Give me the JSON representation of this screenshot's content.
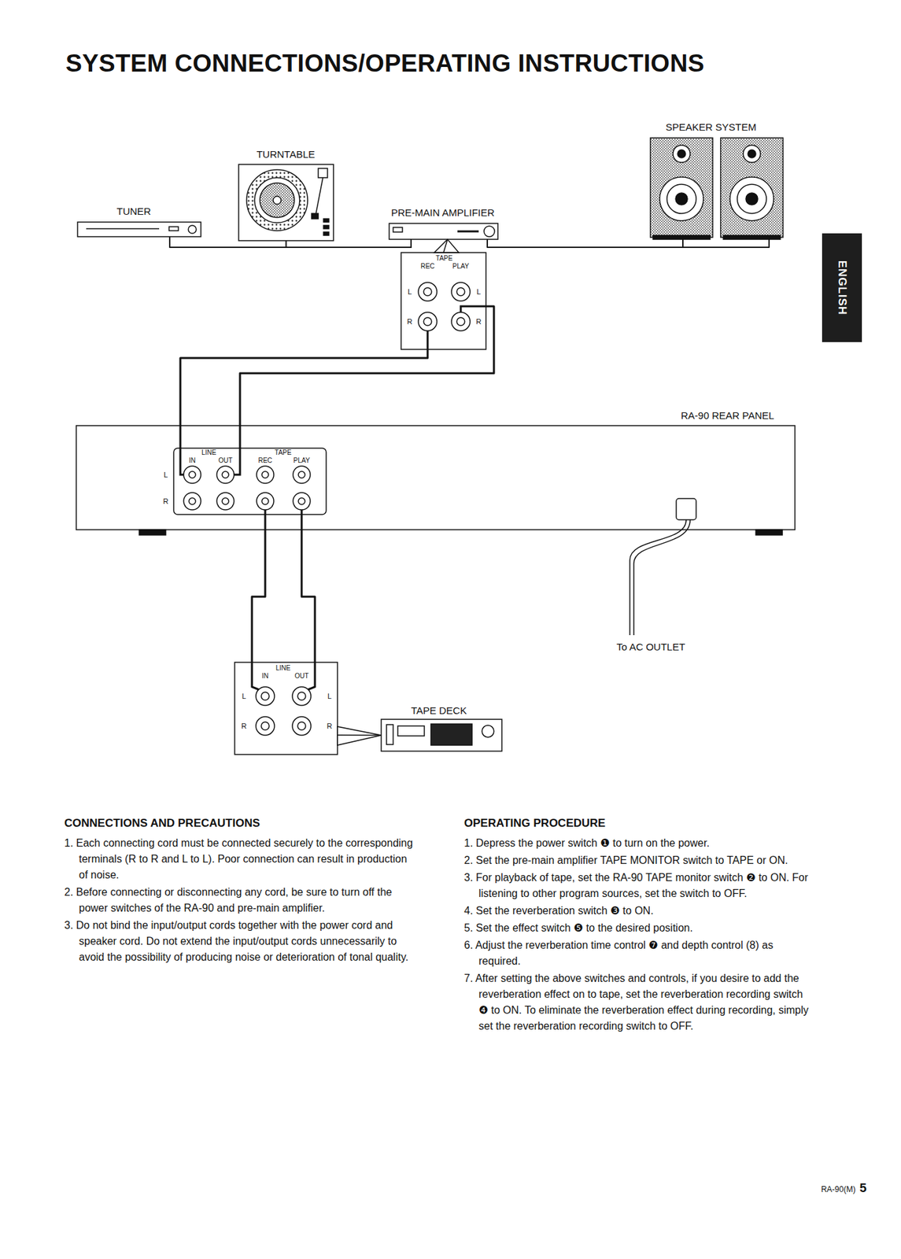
{
  "diagram": {
    "title": "SYSTEM CONNECTIONS/OPERATING INSTRUCTIONS",
    "nodes": [
      {
        "text": [
          "TUNER"
        ]
      },
      {
        "text": [
          "TURNTABLE"
        ]
      },
      {
        "text": [
          "PRE-MAIN AMPLIFIER"
        ]
      },
      {
        "text": [
          "SPEAKER SYSTEM"
        ]
      },
      {
        "text": [
          "TAPE",
          "REC",
          "PLAY",
          "L",
          "R",
          "L",
          "R"
        ]
      },
      {
        "text": [
          "RA-90 REAR PANEL"
        ]
      },
      {
        "text": [
          "LINE",
          "IN",
          "OUT",
          "TAPE",
          "REC",
          "PLAY",
          "L",
          "R"
        ],
        "in": 5
      },
      {
        "text": [
          "LINE",
          "IN",
          "OUT",
          "L",
          "R",
          "L",
          "R"
        ]
      },
      {
        "text": [
          "TAPE DECK"
        ]
      },
      {
        "text": [
          "ENGLISH"
        ]
      }
    ],
    "edges": [
      {
        "from": 0,
        "to": 2,
        "arrow": "none"
      },
      {
        "from": 1,
        "to": 2,
        "arrow": "none"
      },
      {
        "from": 2,
        "to": 3,
        "arrow": "none"
      },
      {
        "from": 2,
        "to": 4,
        "arrow": "none"
      },
      {
        "from": 4,
        "to": 6,
        "arrow": "none"
      },
      {
        "from": 6,
        "to": 4,
        "arrow": "none"
      },
      {
        "from": 6,
        "to": 7,
        "arrow": "none"
      },
      {
        "from": 7,
        "to": 6,
        "arrow": "none"
      },
      {
        "from": 8,
        "to": 7,
        "arrow": "none"
      }
    ],
    "labels": [
      "To AC OUTLET",
      "CONNECTIONS AND PRECAUTIONS",
      "1. Each connecting cord must be connected securely to the corresponding terminals (R to R and L to L). Poor connection can result in production of noise.",
      "2. Before connecting or disconnecting any cord, be sure to turn off the power switches of the RA-90 and pre-main amplifier.",
      "3. Do not bind the input/output cords together with the power cord and speaker cord. Do not extend the input/output cords unnecessarily to avoid the possibility of producing noise or deterioration of tonal quality.",
      "OPERATING PROCEDURE",
      "1. Depress the power switch ❶ to turn on the power.",
      "2. Set the pre-main amplifier TAPE MONITOR switch to TAPE or ON.",
      "3. For playback of tape, set the RA-90 TAPE monitor switch ❷ to ON. For listening to other program sources, set the switch to OFF.",
      "4. Set the reverberation switch ❸ to ON.",
      "5. Set the effect switch ❺ to the desired position.",
      "6. Adjust the reverberation time control ❼ and depth control (8) as required.",
      "7. After setting the above switches and controls, if you desire to add the reverberation effect on to tape, set the reverberation recording switch ❹ to ON. To eliminate the reverberation effect during recording, simply set the reverberation recording switch to OFF.",
      "RA-90(M)",
      "5"
    ]
  }
}
